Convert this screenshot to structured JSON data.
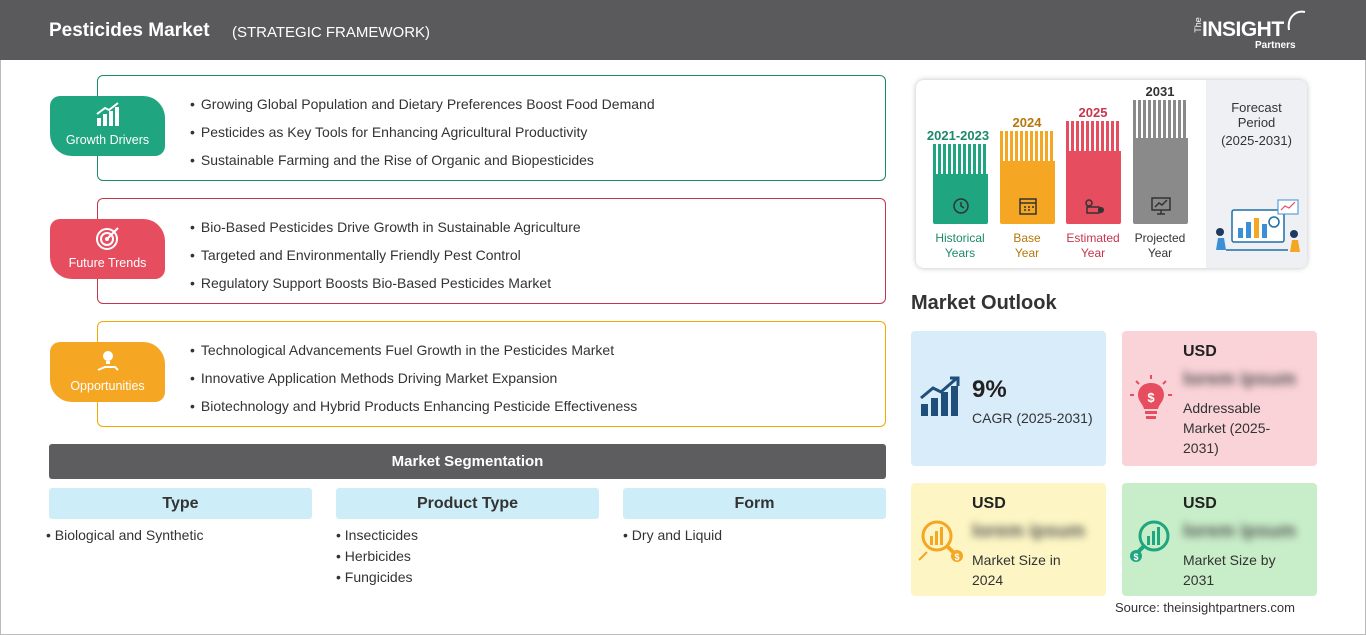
{
  "header": {
    "title": "Pesticides Market",
    "subtitle": "(STRATEGIC FRAMEWORK)",
    "logo": {
      "the": "The",
      "insight": "INSIGHT",
      "partners": "Partners"
    }
  },
  "framework": [
    {
      "label": "Growth Drivers",
      "icon": "growth-chart-icon",
      "color": "#1fa57f",
      "items": [
        "Growing Global Population and Dietary Preferences Boost Food Demand",
        "Pesticides as Key Tools for Enhancing Agricultural Productivity",
        "Sustainable Farming and the Rise of Organic and Biopesticides"
      ]
    },
    {
      "label": "Future Trends",
      "icon": "target-icon",
      "color": "#e64d5f",
      "items": [
        "Bio-Based Pesticides Drive Growth in Sustainable Agriculture",
        "Targeted and Environmentally Friendly Pest Control",
        "Regulatory Support Boosts Bio-Based Pesticides Market"
      ]
    },
    {
      "label": "Opportunities",
      "icon": "lightbulb-hand-icon",
      "color": "#f5a623",
      "items": [
        "Technological Advancements Fuel Growth in the Pesticides Market",
        "Innovative Application Methods Driving Market Expansion",
        "Biotechnology and Hybrid Products Enhancing Pesticide Effectiveness"
      ]
    }
  ],
  "segmentation": {
    "title": "Market Segmentation",
    "columns": [
      {
        "header": "Type",
        "items": [
          "Biological and Synthetic"
        ]
      },
      {
        "header": "Product Type",
        "items": [
          "Insecticides",
          "Herbicides",
          "Fungicides"
        ]
      },
      {
        "header": "Form",
        "items": [
          "Dry and Liquid"
        ]
      }
    ]
  },
  "timeline": {
    "bars": [
      {
        "year": "2021-2023",
        "label1": "Historical",
        "label2": "Years",
        "color": "#1fa57f",
        "icon": "history-icon"
      },
      {
        "year": "2024",
        "label1": "Base",
        "label2": "Year",
        "color": "#f5a623",
        "icon": "calendar-icon"
      },
      {
        "year": "2025",
        "label1": "Estimated",
        "label2": "Year",
        "color": "#e64d5f",
        "icon": "estimate-icon"
      },
      {
        "year": "2031",
        "label1": "Projected",
        "label2": "Year",
        "color": "#8a8a8a",
        "icon": "presentation-icon"
      }
    ],
    "forecast": {
      "line1": "Forecast",
      "line2": "Period",
      "line3": "(2025-2031)"
    }
  },
  "outlook": {
    "title": "Market Outlook",
    "cagr": {
      "value": "9%",
      "label": "CAGR (2025-2031)"
    },
    "addressable": {
      "currency": "USD",
      "value": "lorem ipsum",
      "label": "Addressable Market (2025-2031)"
    },
    "size_2024": {
      "currency": "USD",
      "value": "lorem ipsum",
      "label": "Market Size in 2024"
    },
    "size_2031": {
      "currency": "USD",
      "value": "lorem ipsum",
      "label": "Market Size by 2031"
    }
  },
  "source": "Source: theinsightpartners.com"
}
